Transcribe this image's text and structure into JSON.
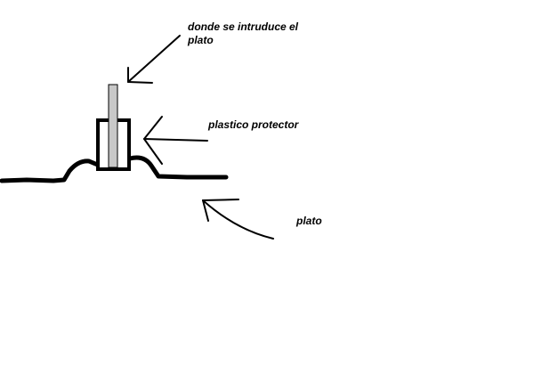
{
  "labels": {
    "insert": "donde se intruduce el\nplato",
    "protector": "plastico protector",
    "plate": "plato"
  },
  "colors": {
    "ink": "#000000",
    "rod": "#c8c8c8",
    "background": "#ffffff"
  }
}
